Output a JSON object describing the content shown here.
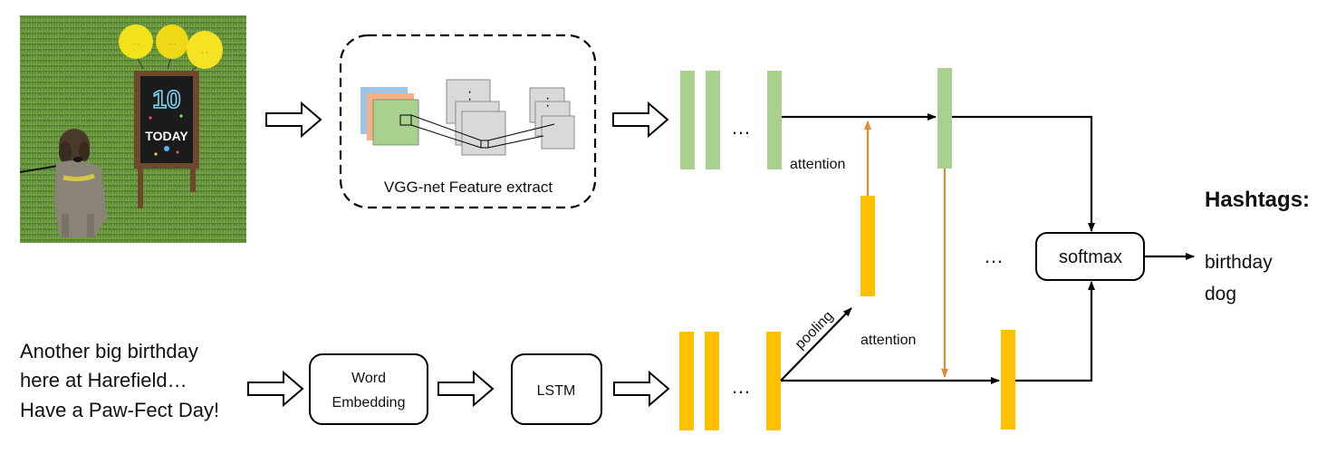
{
  "colors": {
    "green": "#A9D18E",
    "yellow": "#FFC000",
    "attention_arrow": "#E58B2B",
    "black": "#000000",
    "fm_blue": "#9DC3E6",
    "fm_orange": "#F4B183",
    "fm_green": "#A9D18E",
    "fm_gray": "#D9D9D9"
  },
  "photo": {
    "name": "dog-birthday-photo",
    "sign_number": "10",
    "sign_text": "TODAY"
  },
  "caption": {
    "lines": [
      "Another big birthday",
      "here at Harefield…",
      "Have a Paw-Fect Day!"
    ]
  },
  "vgg": {
    "label": "VGG-net Feature extract"
  },
  "word_embedding": {
    "line1": "Word",
    "line2": "Embedding"
  },
  "lstm": {
    "label": "LSTM"
  },
  "ellipsis": "…",
  "attention_top": "attention",
  "attention_bottom": "attention",
  "pooling": "pooling",
  "softmax": "softmax",
  "hashtags": {
    "title": "Hashtags:",
    "items": [
      "birthday",
      "dog"
    ]
  }
}
